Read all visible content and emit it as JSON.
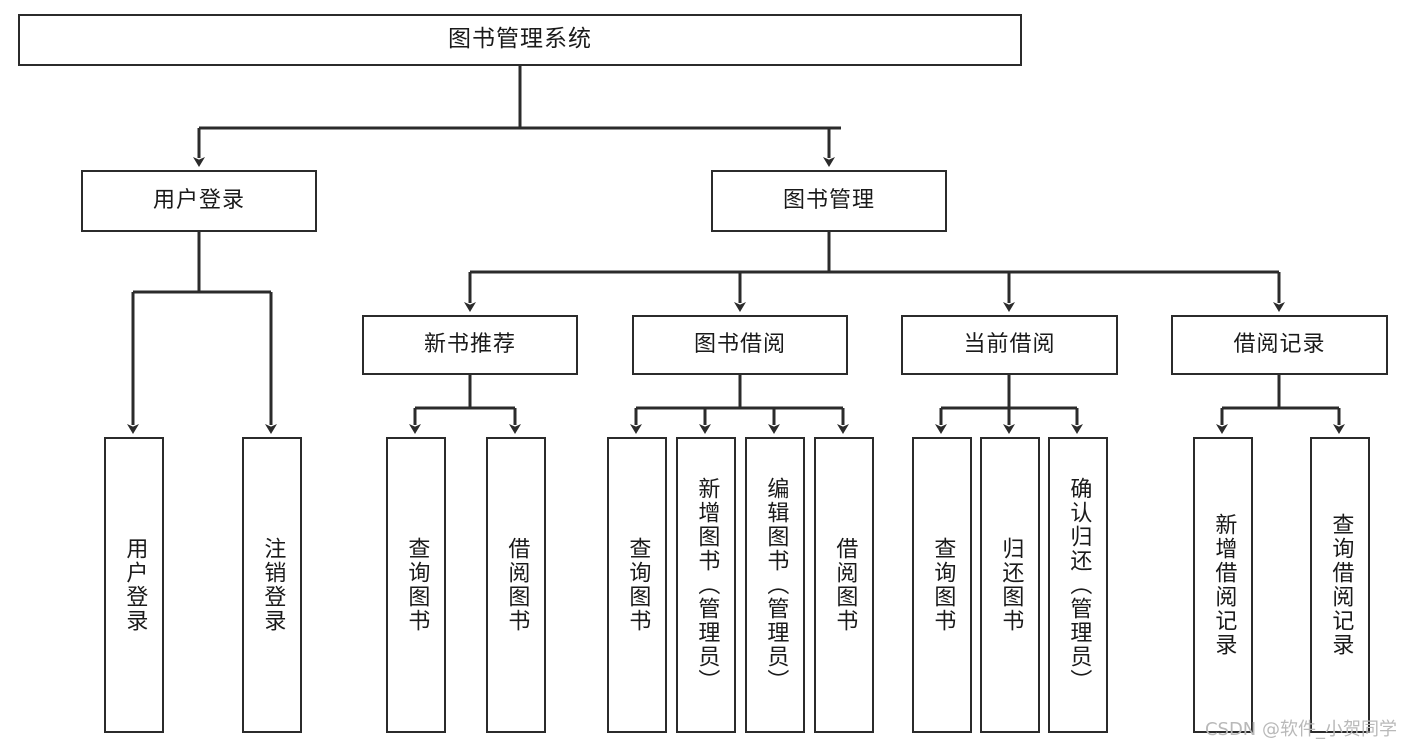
{
  "diagram": {
    "title": "图书管理系统",
    "type": "tree",
    "watermark": "CSDN @软件_小贺同学",
    "stroke_color": "#2b2b2b",
    "fill_color": "#ffffff",
    "text_color": "#1a1a1a"
  },
  "nodes": {
    "root": {
      "label": "图书管理系统",
      "level": 0
    },
    "l1": [
      {
        "id": "user_login",
        "label": "用户登录",
        "level": 1
      },
      {
        "id": "book_manage",
        "label": "图书管理",
        "level": 1
      }
    ],
    "l2": [
      {
        "id": "new_book_rec",
        "label": "新书推荐",
        "level": 2,
        "parent": "book_manage"
      },
      {
        "id": "book_borrow",
        "label": "图书借阅",
        "level": 2,
        "parent": "book_manage"
      },
      {
        "id": "current_borrow",
        "label": "当前借阅",
        "level": 2,
        "parent": "book_manage"
      },
      {
        "id": "borrow_record",
        "label": "借阅记录",
        "level": 2,
        "parent": "book_manage"
      }
    ],
    "leaves": [
      {
        "id": "leaf_user_login",
        "label": "用户登录",
        "parent": "user_login"
      },
      {
        "id": "leaf_user_logout",
        "label": "注销登录",
        "parent": "user_login"
      },
      {
        "id": "leaf_rec_query",
        "label": "查询图书",
        "parent": "new_book_rec"
      },
      {
        "id": "leaf_rec_borrow",
        "label": "借阅图书",
        "parent": "new_book_rec"
      },
      {
        "id": "leaf_borrow_query",
        "label": "查询图书",
        "parent": "book_borrow"
      },
      {
        "id": "leaf_borrow_add",
        "label": "新增图书（管理员）",
        "parent": "book_borrow"
      },
      {
        "id": "leaf_borrow_edit",
        "label": "编辑图书（管理员）",
        "parent": "book_borrow"
      },
      {
        "id": "leaf_borrow_lend",
        "label": "借阅图书",
        "parent": "book_borrow"
      },
      {
        "id": "leaf_cur_query",
        "label": "查询图书",
        "parent": "current_borrow"
      },
      {
        "id": "leaf_cur_return",
        "label": "归还图书",
        "parent": "current_borrow"
      },
      {
        "id": "leaf_cur_confirm",
        "label": "确认归还（管理员）",
        "parent": "current_borrow"
      },
      {
        "id": "leaf_rec_add",
        "label": "新增借阅记录",
        "parent": "borrow_record"
      },
      {
        "id": "leaf_rec_search",
        "label": "查询借阅记录",
        "parent": "borrow_record"
      }
    ]
  }
}
